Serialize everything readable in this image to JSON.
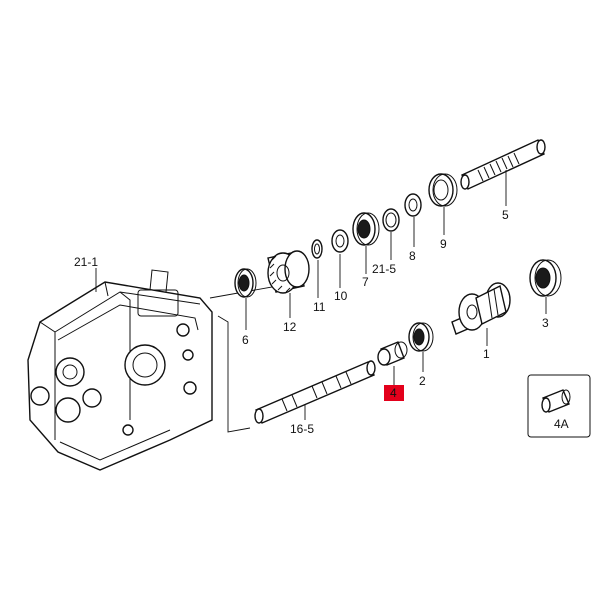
{
  "callouts": {
    "c21_1": "21-1",
    "c6": "6",
    "c12": "12",
    "c11": "11",
    "c10": "10",
    "c7": "7",
    "c21_5": "21-5",
    "c8": "8",
    "c9": "9",
    "c5": "5",
    "c3": "3",
    "c1": "1",
    "c2": "2",
    "c4": "4",
    "c16_5": "16-5",
    "c4A": "4A"
  },
  "colors": {
    "line": "#111111",
    "highlight": "#e3001b",
    "background": "#ffffff"
  },
  "highlighted_part": "4"
}
